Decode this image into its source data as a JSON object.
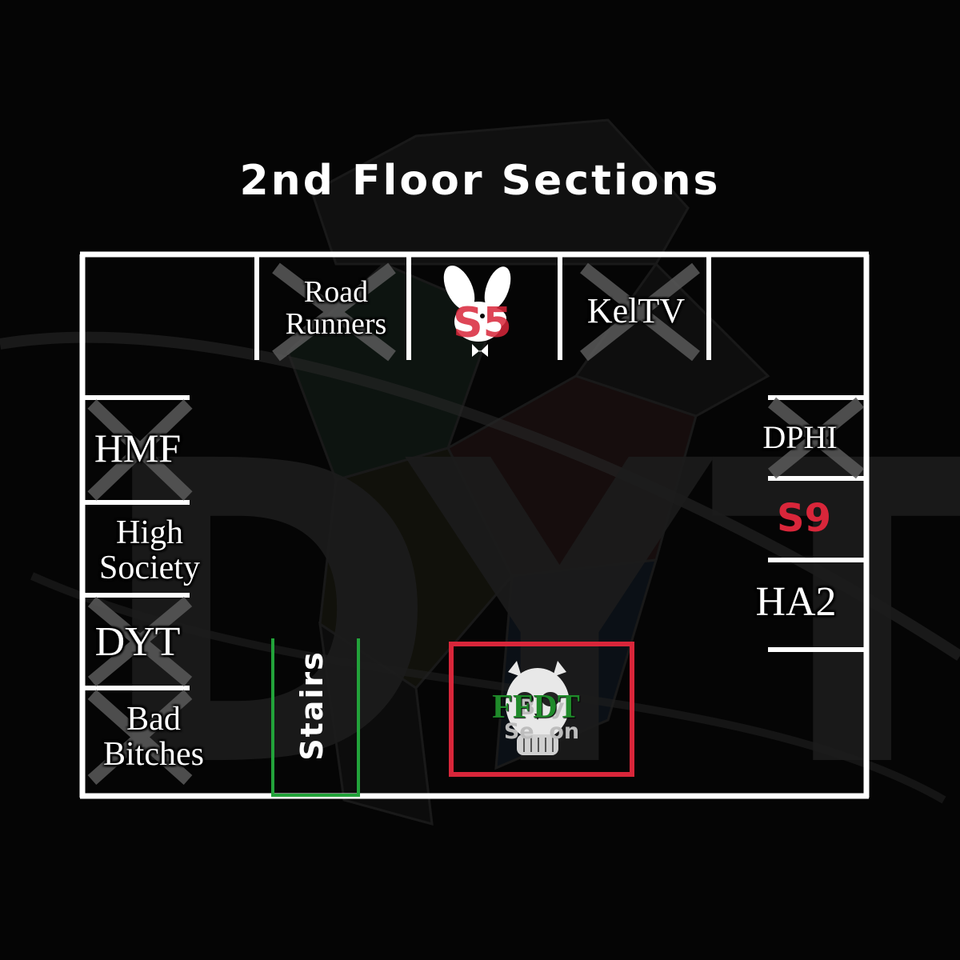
{
  "title": "2nd Floor Sections",
  "watermark": "DYT",
  "colors": {
    "background": "#050505",
    "wall": "#ffffff",
    "accent_red": "#d9263a",
    "stairs_green": "#22a33a",
    "booth_border": "#d9263a"
  },
  "sections": {
    "road_runners": [
      "Road",
      "Runners"
    ],
    "s5": "S5",
    "kel_tv": "KelTV",
    "hmf": "HMF",
    "high_society": [
      "High",
      "Society"
    ],
    "dyt": "DYT",
    "bad_bitches": [
      "Bad",
      "Bitches"
    ],
    "dphi": "DPHI",
    "s9": "S9",
    "ha2": "HA2",
    "stairs": "Stairs",
    "birthday_section": [
      "B  y",
      "Se  on"
    ],
    "ffdt": "FFDT"
  },
  "icons": {
    "playboy": "bunny-icon",
    "skull": "skull-icon",
    "taken": "x-mark-icon"
  }
}
